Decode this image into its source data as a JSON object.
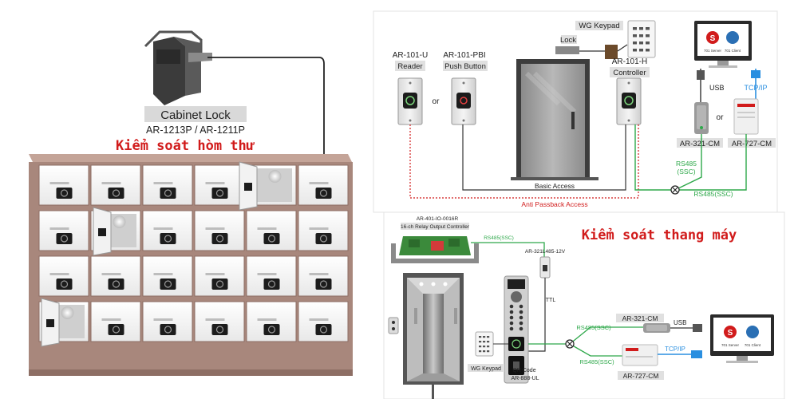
{
  "cabinet": {
    "lock_title": "Cabinet Lock",
    "lock_models": "AR-1213P / AR-1211P",
    "section_title": "Kiểm soát hòm thư"
  },
  "access": {
    "reader_model": "AR-101-U",
    "reader_label": "Reader",
    "button_model": "AR-101-PBI",
    "button_label": "Push Button",
    "or_text": "or",
    "lock_label": "Lock",
    "keypad_label": "WG Keypad",
    "controller_model": "AR-101-H",
    "controller_label": "Controller",
    "basic_access": "Basic Access",
    "anti_passback": "Anti Passback Access",
    "usb": "USB",
    "tcpip": "TCP/IP",
    "conv1": "AR-321-CM",
    "conv2": "AR-727-CM",
    "rs485_ssc_a": "RS485",
    "rs485_ssc_b": "(SSC)",
    "rs485_ssc_line": "RS485(SSC)",
    "pc_label_a": "701 Server",
    "pc_label_b": "701 Client"
  },
  "elevator": {
    "section_title": "Kiểm soát thang máy",
    "relay_model": "AR-401-IO-0016R",
    "relay_label": "16-ch Relay Output Controller",
    "rs485_top": "RS485(SSC)",
    "conv_485_12v": "AR-321L485-12V",
    "ttl": "TTL",
    "keypad_label": "WG Keypad",
    "qr_code": "QR Code",
    "reader_model": "AR-888-UL",
    "rs485_a": "RS485(SSC)",
    "rs485_b": "RS485(SSC)",
    "conv1": "AR-321-CM",
    "conv2": "AR-727-CM",
    "usb": "USB",
    "tcpip": "TCP/IP",
    "pc_label_a": "701 Server",
    "pc_label_b": "701 Client"
  },
  "colors": {
    "wood": "#a8877c",
    "red_title": "#d11b1b",
    "green_line": "#2ea84a",
    "red_dotted": "#d11b1b",
    "blue_text": "#2a8fe0"
  }
}
